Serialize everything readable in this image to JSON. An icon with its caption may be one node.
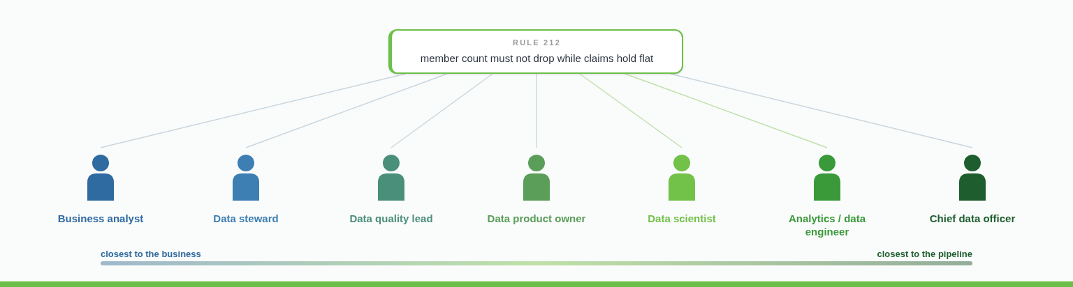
{
  "diagram": {
    "nodes": [
      {
        "text": [
          "RULE 212",
          "member count must not drop while claims hold flat"
        ]
      },
      {
        "text": [
          "Business analyst"
        ]
      },
      {
        "text": [
          "Data steward"
        ]
      },
      {
        "text": [
          "Data quality lead"
        ]
      },
      {
        "text": [
          "Data product owner"
        ]
      },
      {
        "text": [
          "Data scientist"
        ]
      },
      {
        "text": [
          "Analytics / data engineer"
        ]
      },
      {
        "text": [
          "Chief data officer"
        ]
      }
    ],
    "edges": [
      {
        "from": 0,
        "to": 1,
        "arrow": "none"
      },
      {
        "from": 0,
        "to": 2,
        "arrow": "none"
      },
      {
        "from": 0,
        "to": 3,
        "arrow": "none"
      },
      {
        "from": 0,
        "to": 4,
        "arrow": "none"
      },
      {
        "from": 0,
        "to": 5,
        "arrow": "none",
        "color": "#bfe0a8"
      },
      {
        "from": 0,
        "to": 6,
        "arrow": "none",
        "color": "#bfe0a8"
      },
      {
        "from": 0,
        "to": 7,
        "arrow": "none"
      }
    ],
    "labels": [
      "closest to the business",
      "closest to the pipeline"
    ]
  }
}
